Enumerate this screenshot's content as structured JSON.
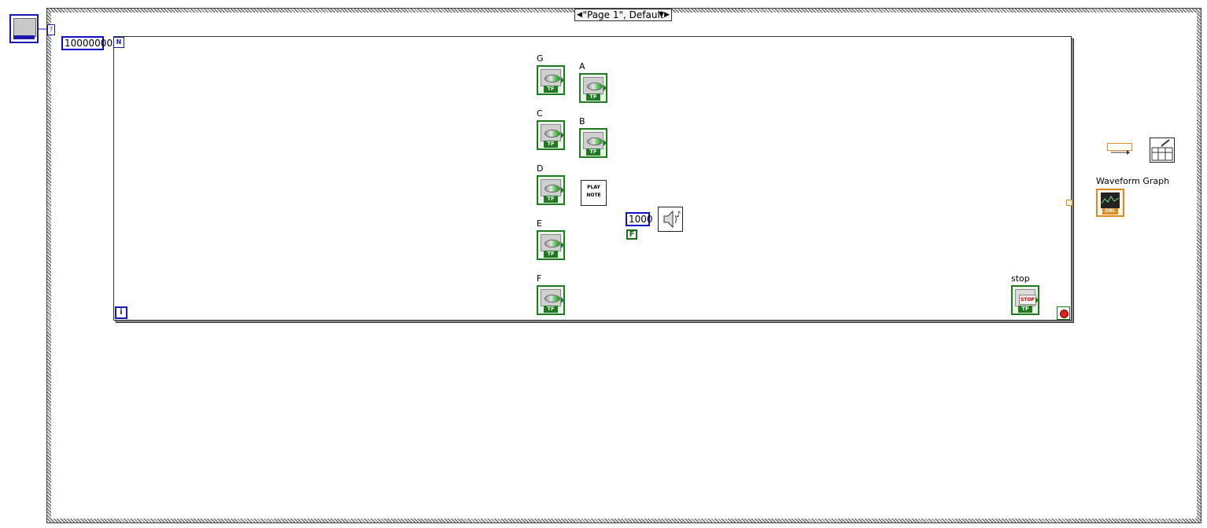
{
  "case_structure": {
    "selector_label": "\"Page 1\", Default"
  },
  "for_loop": {
    "count_constant": "10000000",
    "n_terminal": "N",
    "i_terminal": "i"
  },
  "controls": [
    {
      "label": "G"
    },
    {
      "label": "C"
    },
    {
      "label": "D"
    },
    {
      "label": "E"
    },
    {
      "label": "F"
    },
    {
      "label": "A"
    },
    {
      "label": "B"
    }
  ],
  "stop_control": {
    "label": "stop",
    "button_text": "STOP",
    "type_badge": "TF"
  },
  "bool_type_badge": "TF",
  "play_note_vi": {
    "line1": "PLAY",
    "line2": "NOTE"
  },
  "sound_constant": "1000",
  "false_constant": "F",
  "waveform_graph": {
    "label": "Waveform Graph",
    "type_badge": "DBL"
  },
  "colors": {
    "integer_wire": "#1010c8",
    "boolean_wire": "#187018",
    "double_wire": "#e08a20"
  }
}
